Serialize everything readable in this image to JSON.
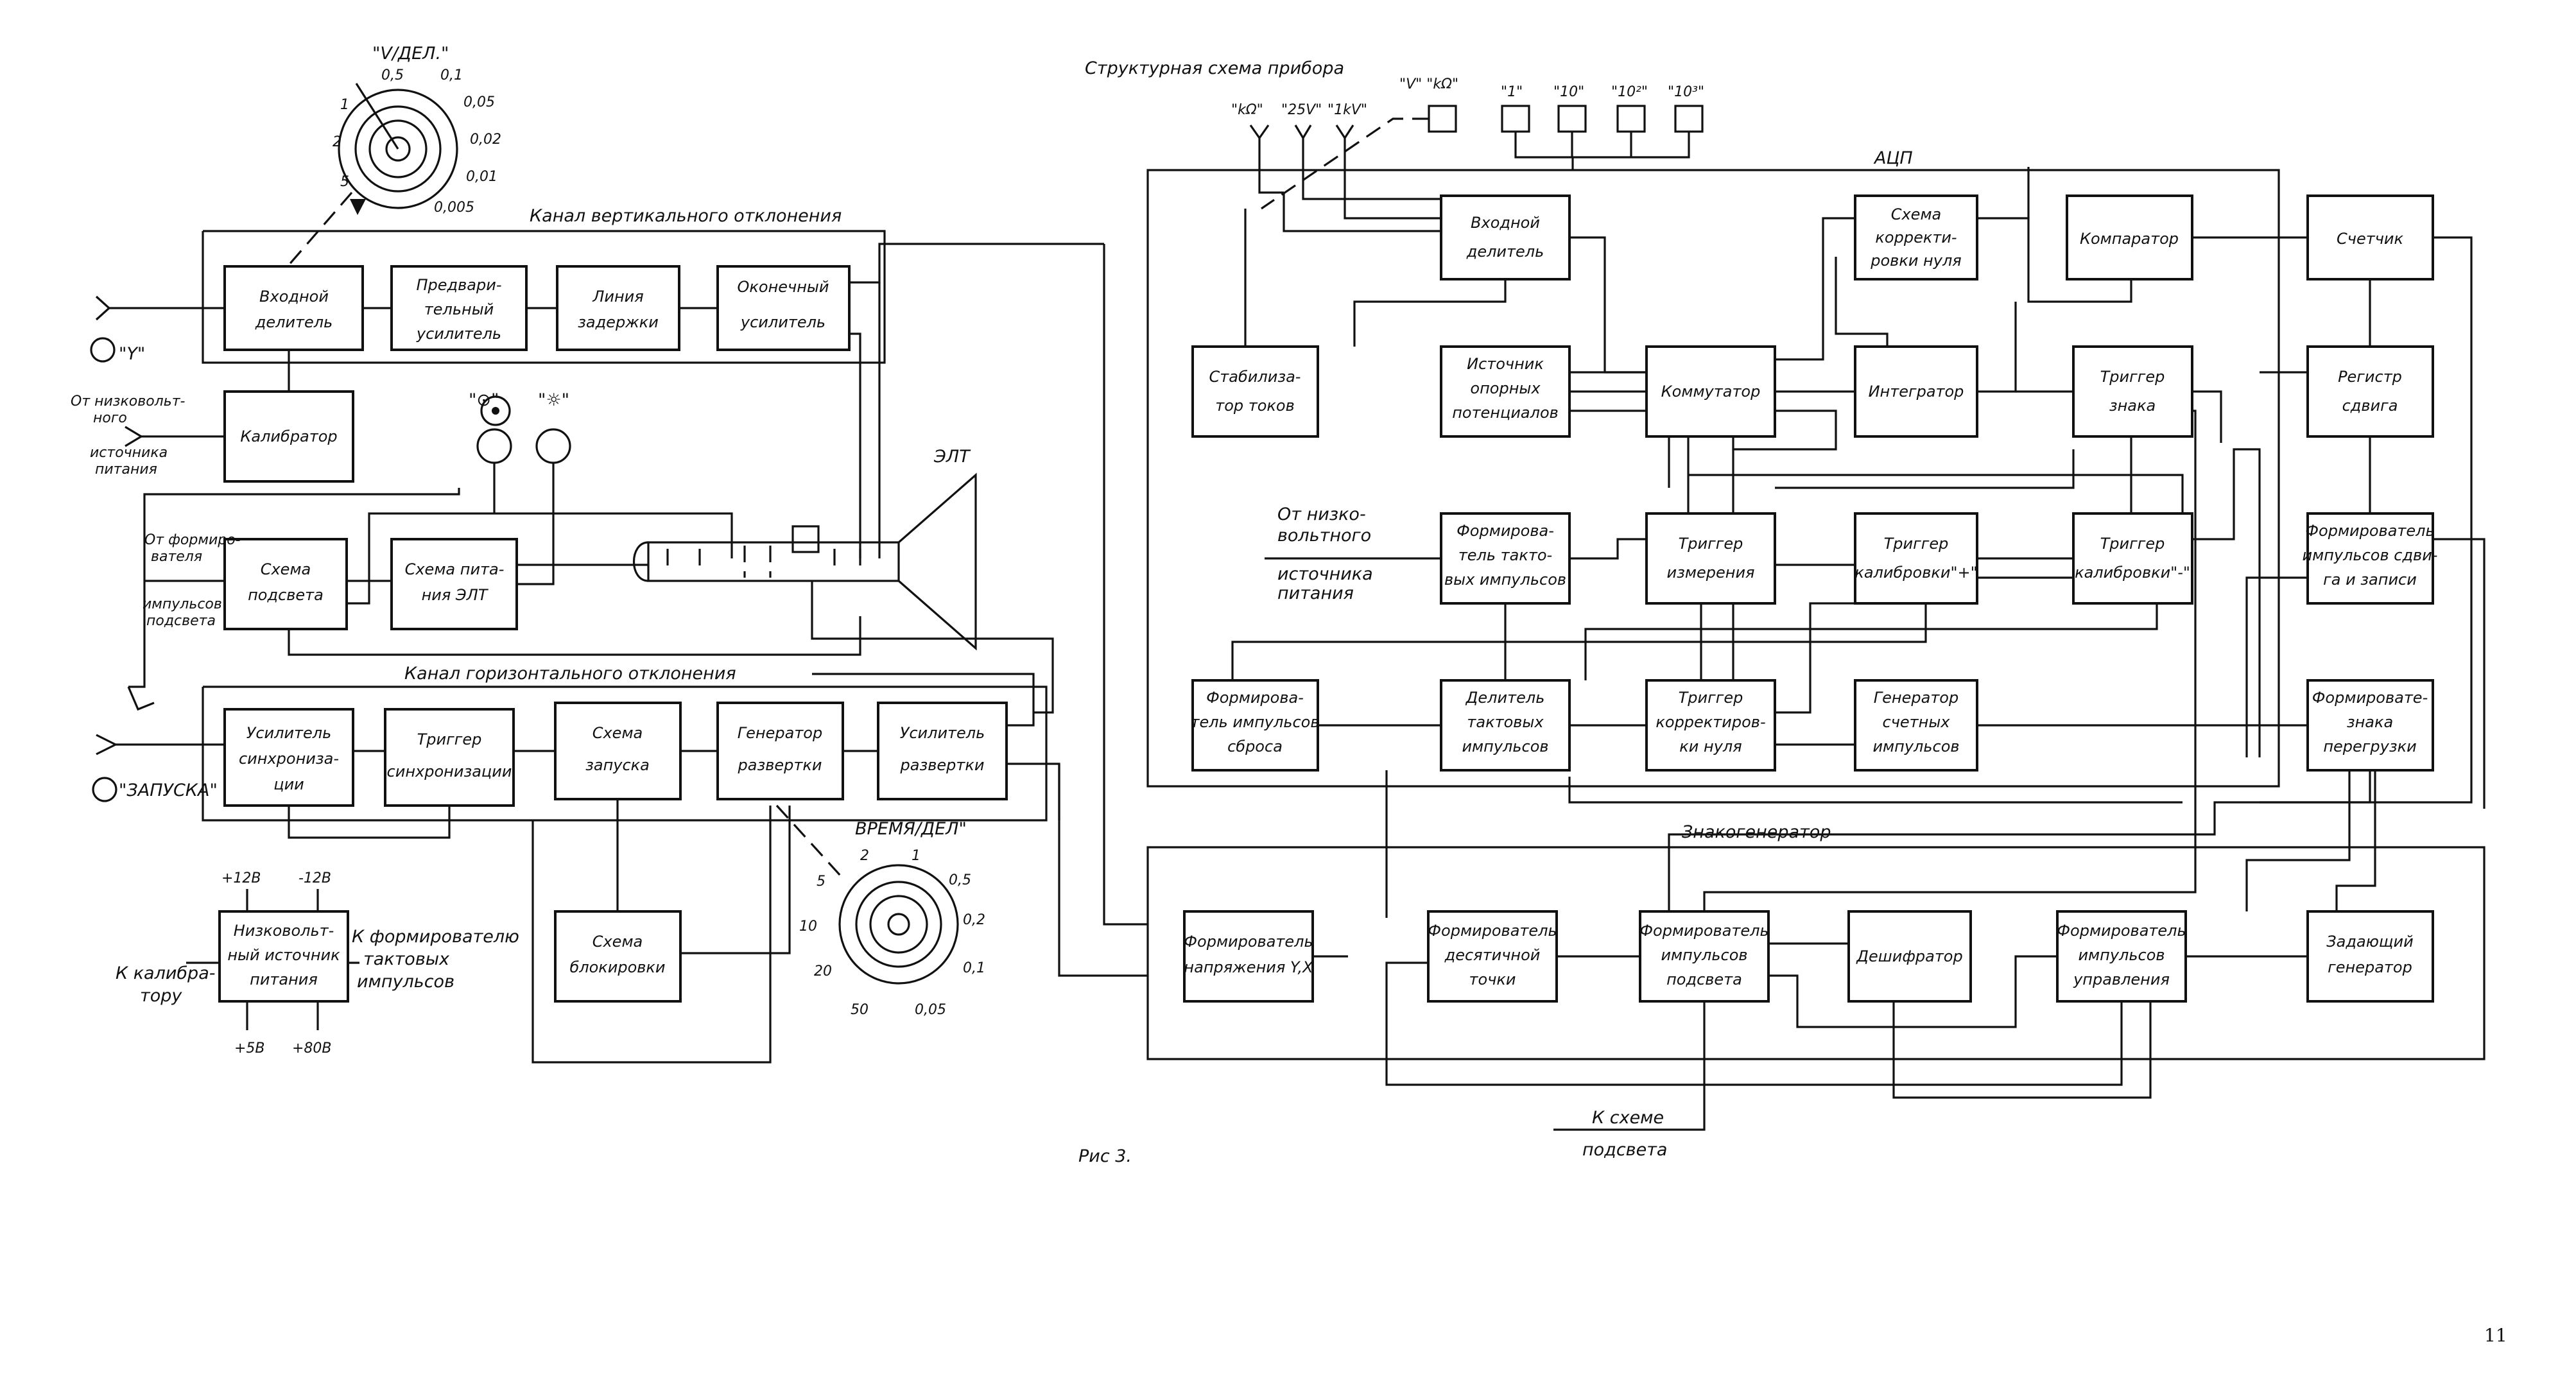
{
  "left": {
    "vdiv_label": "\"V/ДЕЛ.\"",
    "vdiv_ticks": [
      "0,5",
      "0,1",
      "0,05",
      "0,02",
      "0,01",
      "0,005",
      "1",
      "2",
      "5"
    ],
    "vert_channel": "Канал вертикального отклонения",
    "horiz_channel": "Канал горизонтального отклонения",
    "y_input": "\"Y\"",
    "sync_input": "\"ЗАПУСКА\"",
    "focus": "\"⊙\"",
    "brightness": "\"☼\"",
    "crt": "ЭЛТ",
    "from_lv": [
      "От низковольт-",
      "ного",
      "источника",
      "питания"
    ],
    "from_shaper": [
      "От формиро-",
      "вателя",
      "импульсов",
      "подсвета"
    ],
    "time_label": "ВРЕМЯ/ДЕЛ\"",
    "time_ticks": [
      "2",
      "1",
      "0,5",
      "0,2",
      "0,1",
      "0,05",
      "50",
      "20",
      "10",
      "5"
    ],
    "supply": [
      "+12В",
      "-12В",
      "+5В",
      "+80В"
    ],
    "to_calib": [
      "К калибра-",
      "тору"
    ],
    "to_shaper": [
      "К формирователю",
      "тактовых",
      "импульсов"
    ],
    "blocks": {
      "input_div": [
        "Входной",
        "делитель"
      ],
      "preamp": [
        "Предвари-",
        "тельный",
        "усилитель"
      ],
      "delay": [
        "Линия",
        "задержки"
      ],
      "final_amp": [
        "Оконечный",
        "усилитель"
      ],
      "calibrator": [
        "Калибратор"
      ],
      "backlight": [
        "Схема",
        "подсвета"
      ],
      "crt_power": [
        "Схема пита-",
        "ния ЭЛТ"
      ],
      "sync_amp": [
        "Усилитель",
        "синхрониза-",
        "ции"
      ],
      "sync_trig": [
        "Триггер",
        "синхронизации"
      ],
      "trigger": [
        "Схема",
        "запуска"
      ],
      "sweep_gen": [
        "Генератор",
        "развертки"
      ],
      "sweep_amp": [
        "Усилитель",
        "развертки"
      ],
      "blocking": [
        "Схема",
        "блокировки"
      ],
      "lv_supply": [
        "Низковольт-",
        "ный источник",
        "питания"
      ]
    }
  },
  "right": {
    "title": "Структурная схема прибора",
    "range_inputs": [
      "\"kΩ\"",
      "\"25V\"",
      "\"1kV\""
    ],
    "switches": [
      "\"V\" \"kΩ\"",
      "\"1\"",
      "\"10\"",
      "\"10²\"",
      "\"10³\""
    ],
    "adc_label": "АЦП",
    "signgen_label": "Знакогенератор",
    "from_lv": [
      "От низко-",
      "вольтного",
      "источника",
      "питания"
    ],
    "to_backlight": [
      "К схеме",
      "подсвета"
    ],
    "blocks": {
      "in_div": [
        "Входной",
        "делитель"
      ],
      "zero_corr": [
        "Схема",
        "корректи-",
        "ровки нуля"
      ],
      "comparator": [
        "Компаратор"
      ],
      "counter": [
        "Счетчик"
      ],
      "cur_stab": [
        "Стабилиза-",
        "тор токов"
      ],
      "ref_src": [
        "Источник",
        "опорных",
        "потенциалов"
      ],
      "commutator": [
        "Коммутатор"
      ],
      "integrator": [
        "Интегратор"
      ],
      "sign_trig": [
        "Триггер",
        "знака"
      ],
      "shift_reg": [
        "Регистр",
        "сдвига"
      ],
      "clock_shaper": [
        "Формирова-",
        "тель такто-",
        "вых импульсов"
      ],
      "meas_trig": [
        "Триггер",
        "измерения"
      ],
      "cal_plus": [
        "Триггер",
        "калибровки\"+\""
      ],
      "cal_minus": [
        "Триггер",
        "калибровки\"-\""
      ],
      "shift_write": [
        "Формирователь",
        "импульсов сдви-",
        "га и записи"
      ],
      "reset_shaper": [
        "Формирова-",
        "тель импульсов",
        "сброса"
      ],
      "clock_div": [
        "Делитель",
        "тактовых",
        "импульсов"
      ],
      "zero_trig": [
        "Триггер",
        "корректиров-",
        "ки нуля"
      ],
      "count_gen": [
        "Генератор",
        "счетных",
        "импульсов"
      ],
      "overload": [
        "Формировате-",
        "знака",
        "перегрузки"
      ],
      "vxshaper": [
        "Формирователь",
        "напряжения Y,X"
      ],
      "dp_shaper": [
        "Формирователь",
        "десятичной",
        "точки"
      ],
      "bl_shaper": [
        "Формирователь",
        "импульсов",
        "подсвета"
      ],
      "decoder": [
        "Дешифратор"
      ],
      "ctl_shaper": [
        "Формирователь",
        "импульсов",
        "управления"
      ],
      "master_gen": [
        "Задающий",
        "генератор"
      ]
    }
  },
  "caption": "Рис 3.",
  "page_number": "11"
}
